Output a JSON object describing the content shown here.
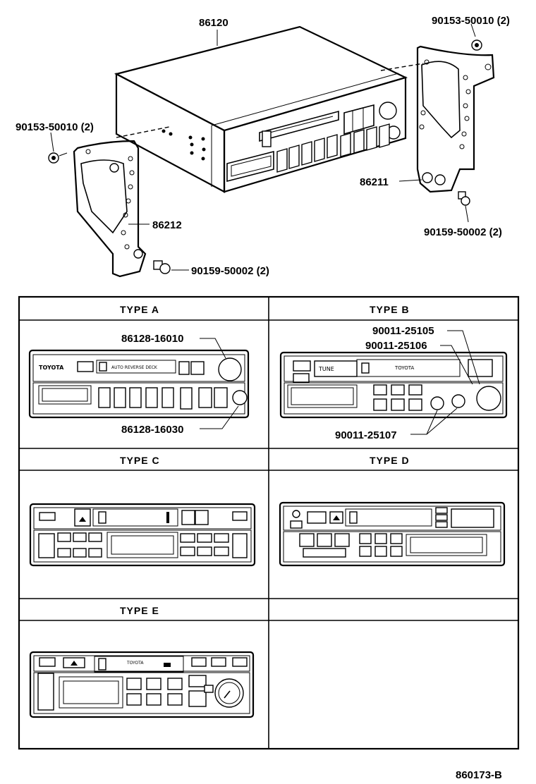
{
  "parts": {
    "radio_assembly": "86120",
    "screw_top_right": "90153-50010 (2)",
    "screw_left": "90153-50010 (2)",
    "bracket_right": "86211",
    "bracket_left": "86212",
    "bolt_right": "90159-50002 (2)",
    "bolt_left": "90159-50002 (2)"
  },
  "types": {
    "a": {
      "header": "TYPE   A",
      "knob_top": "86128-16010",
      "knob_bottom": "86128-16030",
      "brand": "TOYOTA",
      "display": "AUTO REVERSE DECK"
    },
    "b": {
      "header": "TYPE   B",
      "knob_1": "90011-25105",
      "knob_2": "90011-25106",
      "knob_3": "90011-25107",
      "brand": "TOYOTA",
      "tune": "TUNE"
    },
    "c": {
      "header": "TYPE   C"
    },
    "d": {
      "header": "TYPE   D"
    },
    "e": {
      "header": "TYPE   E",
      "brand": "TOYOTA"
    }
  },
  "figure_code": "860173-B"
}
